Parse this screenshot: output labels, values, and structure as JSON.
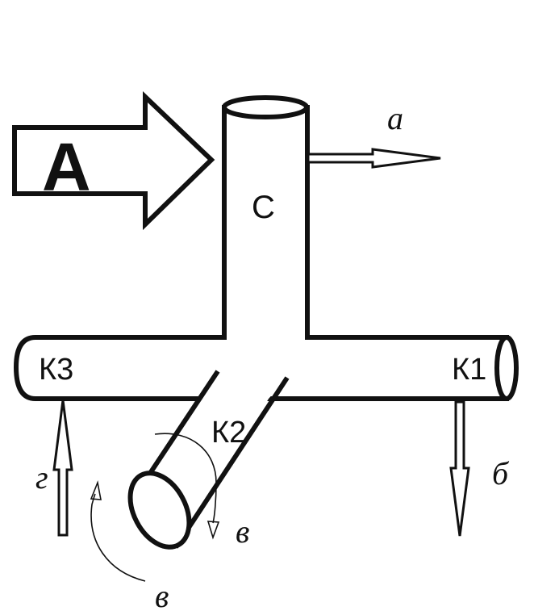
{
  "labels": {
    "big_arrow": "A",
    "center_pipe": "C",
    "branch_right": "К1",
    "branch_down": "К2",
    "branch_left": "К3",
    "arrow_a": "а",
    "arrow_b": "б",
    "arrow_v1": "в",
    "arrow_v2": "в",
    "arrow_g": "г"
  },
  "colors": {
    "ink": "#111111",
    "paper": "#ffffff"
  }
}
